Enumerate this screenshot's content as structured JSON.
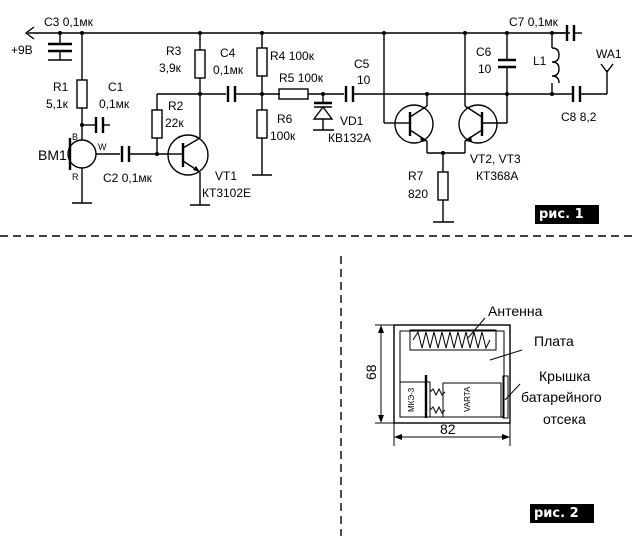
{
  "figure1": {
    "caption": "рис. 1",
    "supply": "+9В",
    "components": {
      "C3": {
        "ref": "C3",
        "value": "0,1мк"
      },
      "R1": {
        "ref": "R1",
        "value": "5,1к"
      },
      "C1": {
        "ref": "C1",
        "value": "0,1мк"
      },
      "BM1": {
        "ref": "BM1",
        "pin_b": "B",
        "pin_w": "W",
        "pin_r": "R"
      },
      "C2": {
        "ref": "C2",
        "value": "0,1мк"
      },
      "R2": {
        "ref": "R2",
        "value": "22к"
      },
      "R3": {
        "ref": "R3",
        "value": "3,9к"
      },
      "VT1": {
        "ref": "VT1",
        "part": "КТ3102Е"
      },
      "C4": {
        "ref": "C4",
        "value": "0,1мк"
      },
      "R4": {
        "ref": "R4",
        "value": "100к"
      },
      "R5": {
        "ref": "R5",
        "value": "100к"
      },
      "R6": {
        "ref": "R6",
        "value": "100к"
      },
      "VD1": {
        "ref": "VD1",
        "part": "КВ132А"
      },
      "C5": {
        "ref": "C5",
        "value": "10"
      },
      "VT23": {
        "ref": "VT2, VT3",
        "part": "КТ368А"
      },
      "R7": {
        "ref": "R7",
        "value": "820"
      },
      "C6": {
        "ref": "C6",
        "value": "10"
      },
      "L1": {
        "ref": "L1"
      },
      "C7": {
        "ref": "C7",
        "value": "0,1мк"
      },
      "C8": {
        "ref": "C8",
        "value": "8,2"
      },
      "WA1": {
        "ref": "WA1"
      }
    }
  },
  "figure2": {
    "caption": "рис. 2",
    "labels": {
      "antenna": "Антенна",
      "board": "Плата",
      "cover_line1": "Крышка",
      "cover_line2": "батарейного",
      "cover_line3": "отсека",
      "battery_brand": "VARTA",
      "cell_mark": "МКЭ-3"
    },
    "dimensions": {
      "height": "68",
      "width": "82"
    }
  }
}
